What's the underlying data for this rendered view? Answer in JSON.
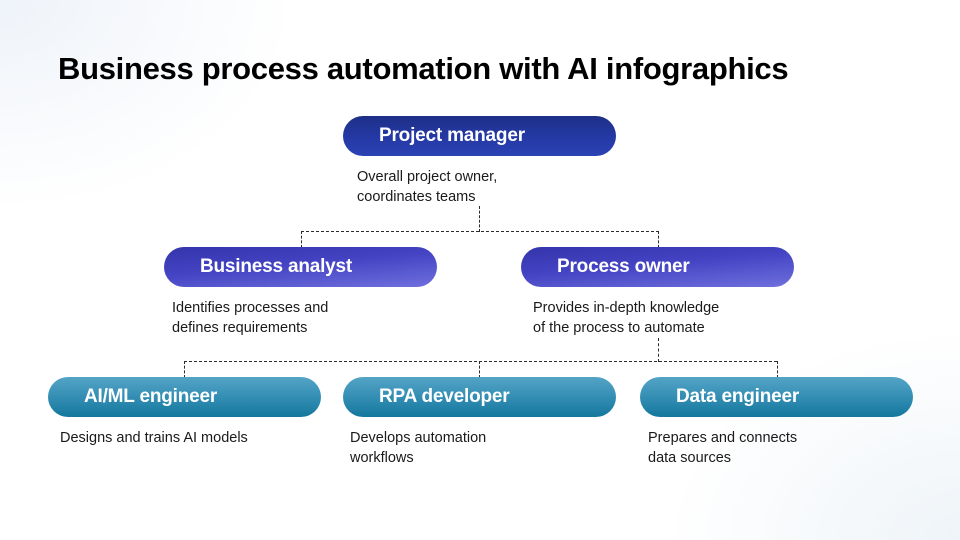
{
  "page": {
    "title": "Business process automation with AI infographics",
    "background_color": "#ffffff"
  },
  "theme": {
    "level1_color": "#2438a3",
    "level2_color": "#4444c4",
    "level3_color": "#3790b6",
    "connector_color": "#2b2b2b",
    "label_text_color": "#ffffff",
    "description_text_color": "#1a1a1a"
  },
  "chart_data": {
    "type": "diagram",
    "subtype": "org-chart-hierarchy",
    "title": "Business process automation with AI infographics",
    "levels": 3,
    "nodes": [
      {
        "id": "project-manager",
        "level": 1,
        "label": "Project manager",
        "description": "Overall project owner,\ncoordinates teams",
        "parent": null
      },
      {
        "id": "business-analyst",
        "level": 2,
        "label": "Business analyst",
        "description": "Identifies processes and\ndefines requirements",
        "parent": "project-manager"
      },
      {
        "id": "process-owner",
        "level": 2,
        "label": "Process owner",
        "description": "Provides in-depth knowledge\nof the process to automate",
        "parent": "project-manager"
      },
      {
        "id": "ai-ml-engineer",
        "level": 3,
        "label": "AI/ML engineer",
        "description": "Designs and trains AI models",
        "parent": "process-owner"
      },
      {
        "id": "rpa-developer",
        "level": 3,
        "label": "RPA developer",
        "description": "Develops automation\nworkflows",
        "parent": "process-owner"
      },
      {
        "id": "data-engineer",
        "level": 3,
        "label": "Data engineer",
        "description": "Prepares and connects\ndata sources",
        "parent": "process-owner"
      }
    ],
    "edges": [
      {
        "from": "project-manager",
        "to": "business-analyst",
        "style": "dashed"
      },
      {
        "from": "project-manager",
        "to": "process-owner",
        "style": "dashed"
      },
      {
        "from": "process-owner",
        "to": "ai-ml-engineer",
        "style": "dashed"
      },
      {
        "from": "process-owner",
        "to": "rpa-developer",
        "style": "dashed"
      },
      {
        "from": "process-owner",
        "to": "data-engineer",
        "style": "dashed"
      }
    ]
  }
}
